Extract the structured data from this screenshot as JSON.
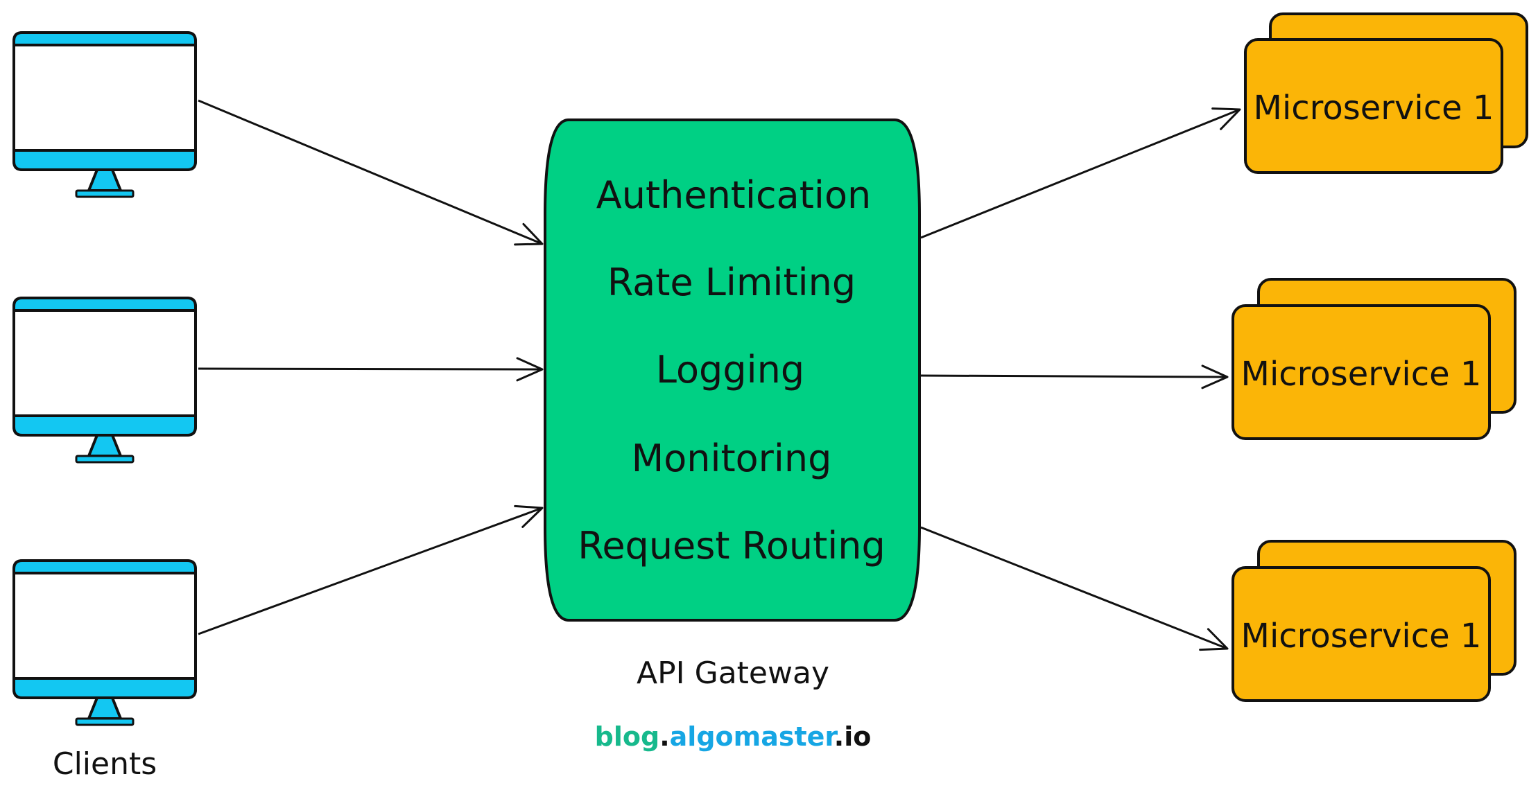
{
  "colors": {
    "client_accent": "#13c7f2",
    "gateway_fill": "#00d084",
    "microservice_fill": "#fbb507",
    "stroke": "#111111",
    "brand_primary": "#17b98c",
    "brand_secondary": "#16a6e4",
    "brand_dark": "#111111"
  },
  "clients": {
    "label": "Clients",
    "icon": "monitor-icon",
    "count": 3
  },
  "gateway": {
    "label": "API Gateway",
    "features": [
      "Authentication",
      "Rate Limiting",
      "Logging",
      "Monitoring",
      "Request Routing"
    ]
  },
  "microservices": [
    {
      "label": "Microservice 1"
    },
    {
      "label": "Microservice 1"
    },
    {
      "label": "Microservice 1"
    }
  ],
  "brand": {
    "part1": "blog",
    "dot1": ".",
    "part2": "algomaster",
    "dot2": ".",
    "part3": "io"
  }
}
